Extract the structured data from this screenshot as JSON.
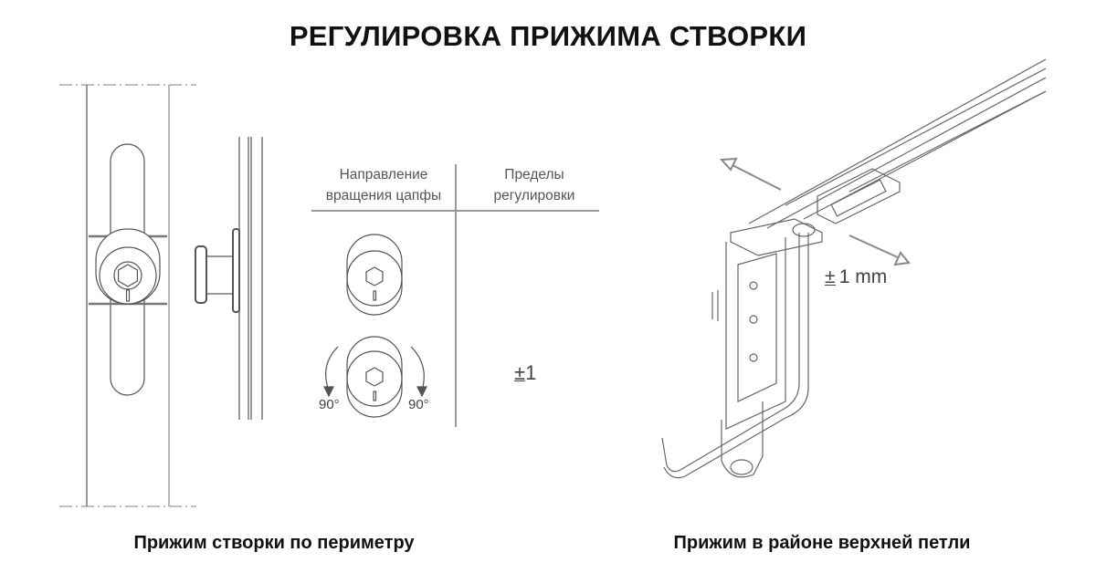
{
  "title": "РЕГУЛИРОВКА ПРИЖИМА СТВОРКИ",
  "table": {
    "col1_header_line1": "Направление",
    "col1_header_line2": "вращения цапфы",
    "col2_header_line1": "Пределы",
    "col2_header_line2": "регулировки",
    "rotation_left": "90°",
    "rotation_right": "90°",
    "limit_sign": "±",
    "limit_value": "1"
  },
  "hinge_adjustment": {
    "sign": "±",
    "value": "1 mm"
  },
  "captions": {
    "left": "Прижим створки по периметру",
    "right": "Прижим в районе верхней петли"
  },
  "colors": {
    "line": "#555555",
    "text": "#111111",
    "muted": "#555555"
  }
}
